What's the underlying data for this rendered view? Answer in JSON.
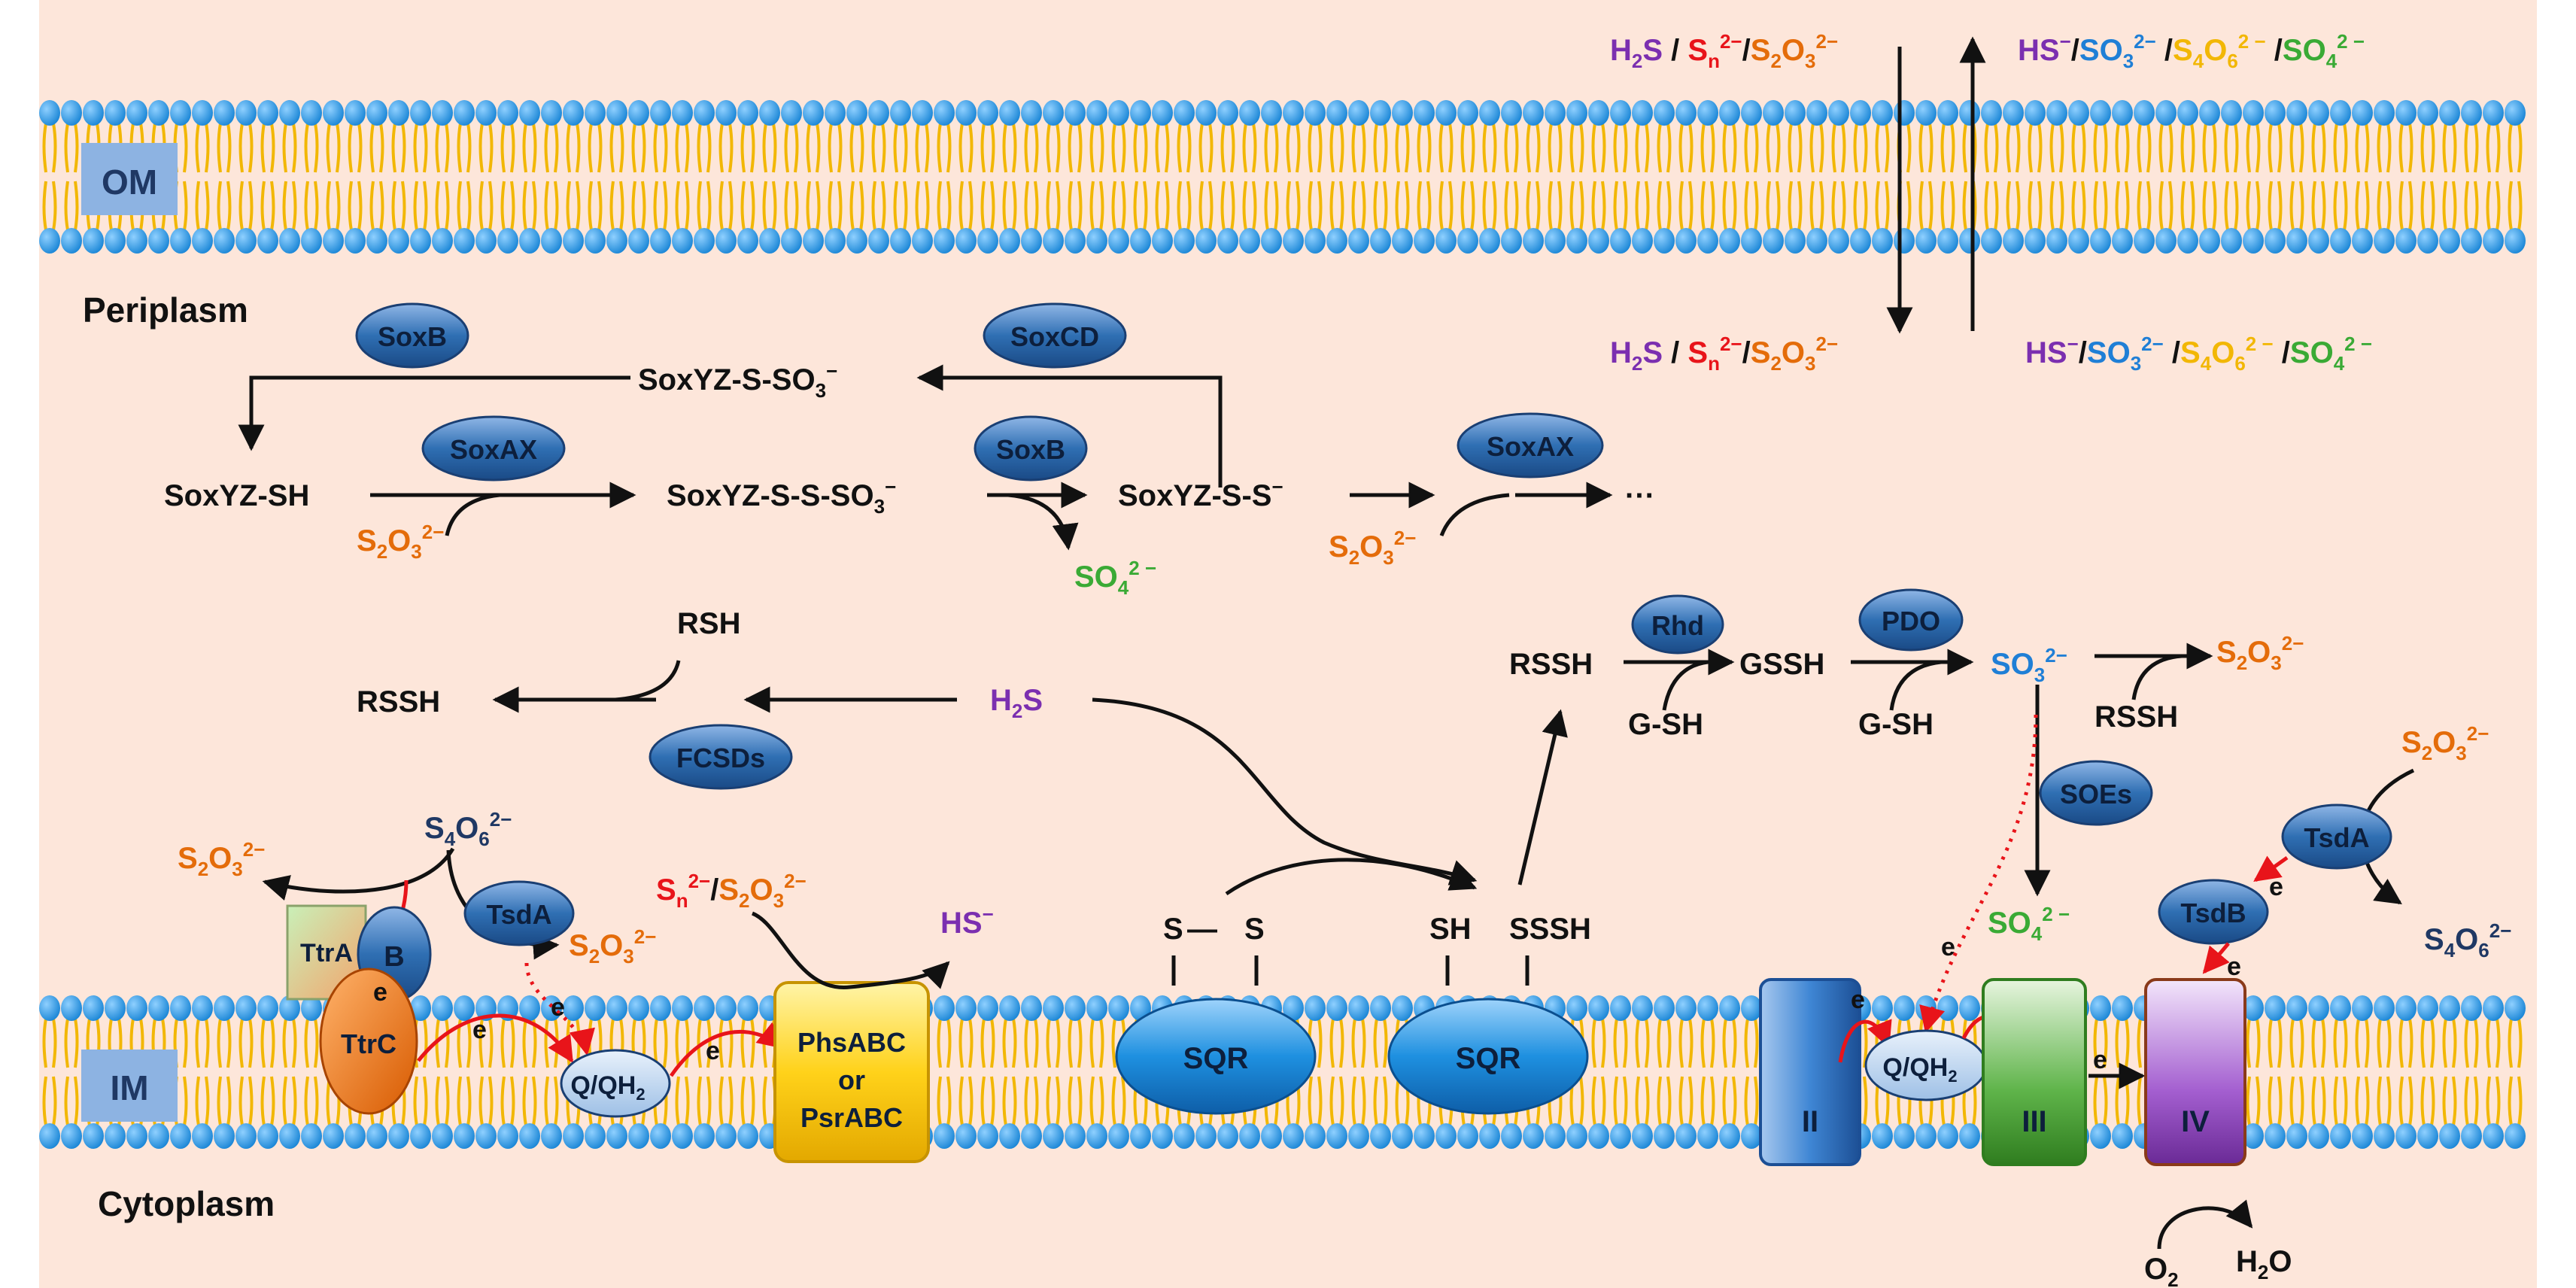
{
  "membranes": {
    "outer_label": "OM",
    "inner_label": "IM",
    "periplasm_label": "Periplasm",
    "cytoplasm_label": "Cytoplasm"
  },
  "colors": {
    "background": "#fde6da",
    "lipid_head": "#2b9be3",
    "lipid_tail": "#f2b705",
    "enzyme_fill": "#2f6fb3",
    "purple": "#7b2fb0",
    "red": "#e8141a",
    "orange": "#e46c0a",
    "blue": "#1f7fd6",
    "yellow": "#f2b705",
    "green": "#3aaa35",
    "navy": "#1f3864"
  },
  "transport": {
    "in_top": {
      "a": "H",
      "a_sub": "2",
      "a2": "S",
      "sep1": " / ",
      "b": "S",
      "b_sub": "n",
      "b_sup": "2−",
      "sep2": "/",
      "c": "S",
      "c_sub": "2",
      "c2": "O",
      "c_sub2": "3",
      "c_sup": "2−"
    },
    "out_top": {
      "a": "HS",
      "a_sup": "−",
      "sep1": "/",
      "b": "SO",
      "b_sub": "3",
      "b_sup": "2−",
      "sep2": " /",
      "c": "S",
      "c_sub": "4",
      "c2": "O",
      "c_sub2": "6",
      "c_sup": "2 −",
      "sep3": " /",
      "d": "SO",
      "d_sub": "4",
      "d_sup": "2 −"
    }
  },
  "enzymes": {
    "soxb_1": "SoxB",
    "soxcd": "SoxCD",
    "soxax_1": "SoxAX",
    "soxb_2": "SoxB",
    "soxax_2": "SoxAX",
    "rhd": "Rhd",
    "pdo": "PDO",
    "fcsds": "FCSDs",
    "soes": "SOEs",
    "tsda_1": "TsdA",
    "tsda_2": "TsdA",
    "tsdb": "TsdB",
    "ttra": "TtrA",
    "ttrb": "B",
    "ttrc": "TtrC",
    "q_qh2_1": "Q/QH",
    "q_qh2_2": "Q/QH",
    "q_sub": "2",
    "phs_line1": "PhsABC",
    "phs_line2": "or",
    "phs_line3": "PsrABC",
    "sqr_1": "SQR",
    "sqr_2": "SQR",
    "complex_2": "II",
    "complex_3": "III",
    "complex_4": "IV",
    "electron": "e"
  },
  "labels": {
    "soxyz_s_so3": "SoxYZ-S-SO",
    "soxyz_sh": "SoxYZ-SH",
    "soxyz_s_s_so3": "SoxYZ-S-S-SO",
    "soxyz_s_s": "SoxYZ-S-S",
    "ellipsis": "···",
    "rsh": "RSH",
    "rssh": "RSSH",
    "h2s_center": "H",
    "rssh_right": "RSSH",
    "gssh": "GSSH",
    "gsh": "G-SH",
    "s_s": "S",
    "dash": "—",
    "sh": "SH",
    "sssh": "SSSH",
    "hs_minus": "HS",
    "o2": "O",
    "h2o": "H",
    "h2o_tail": "O"
  }
}
